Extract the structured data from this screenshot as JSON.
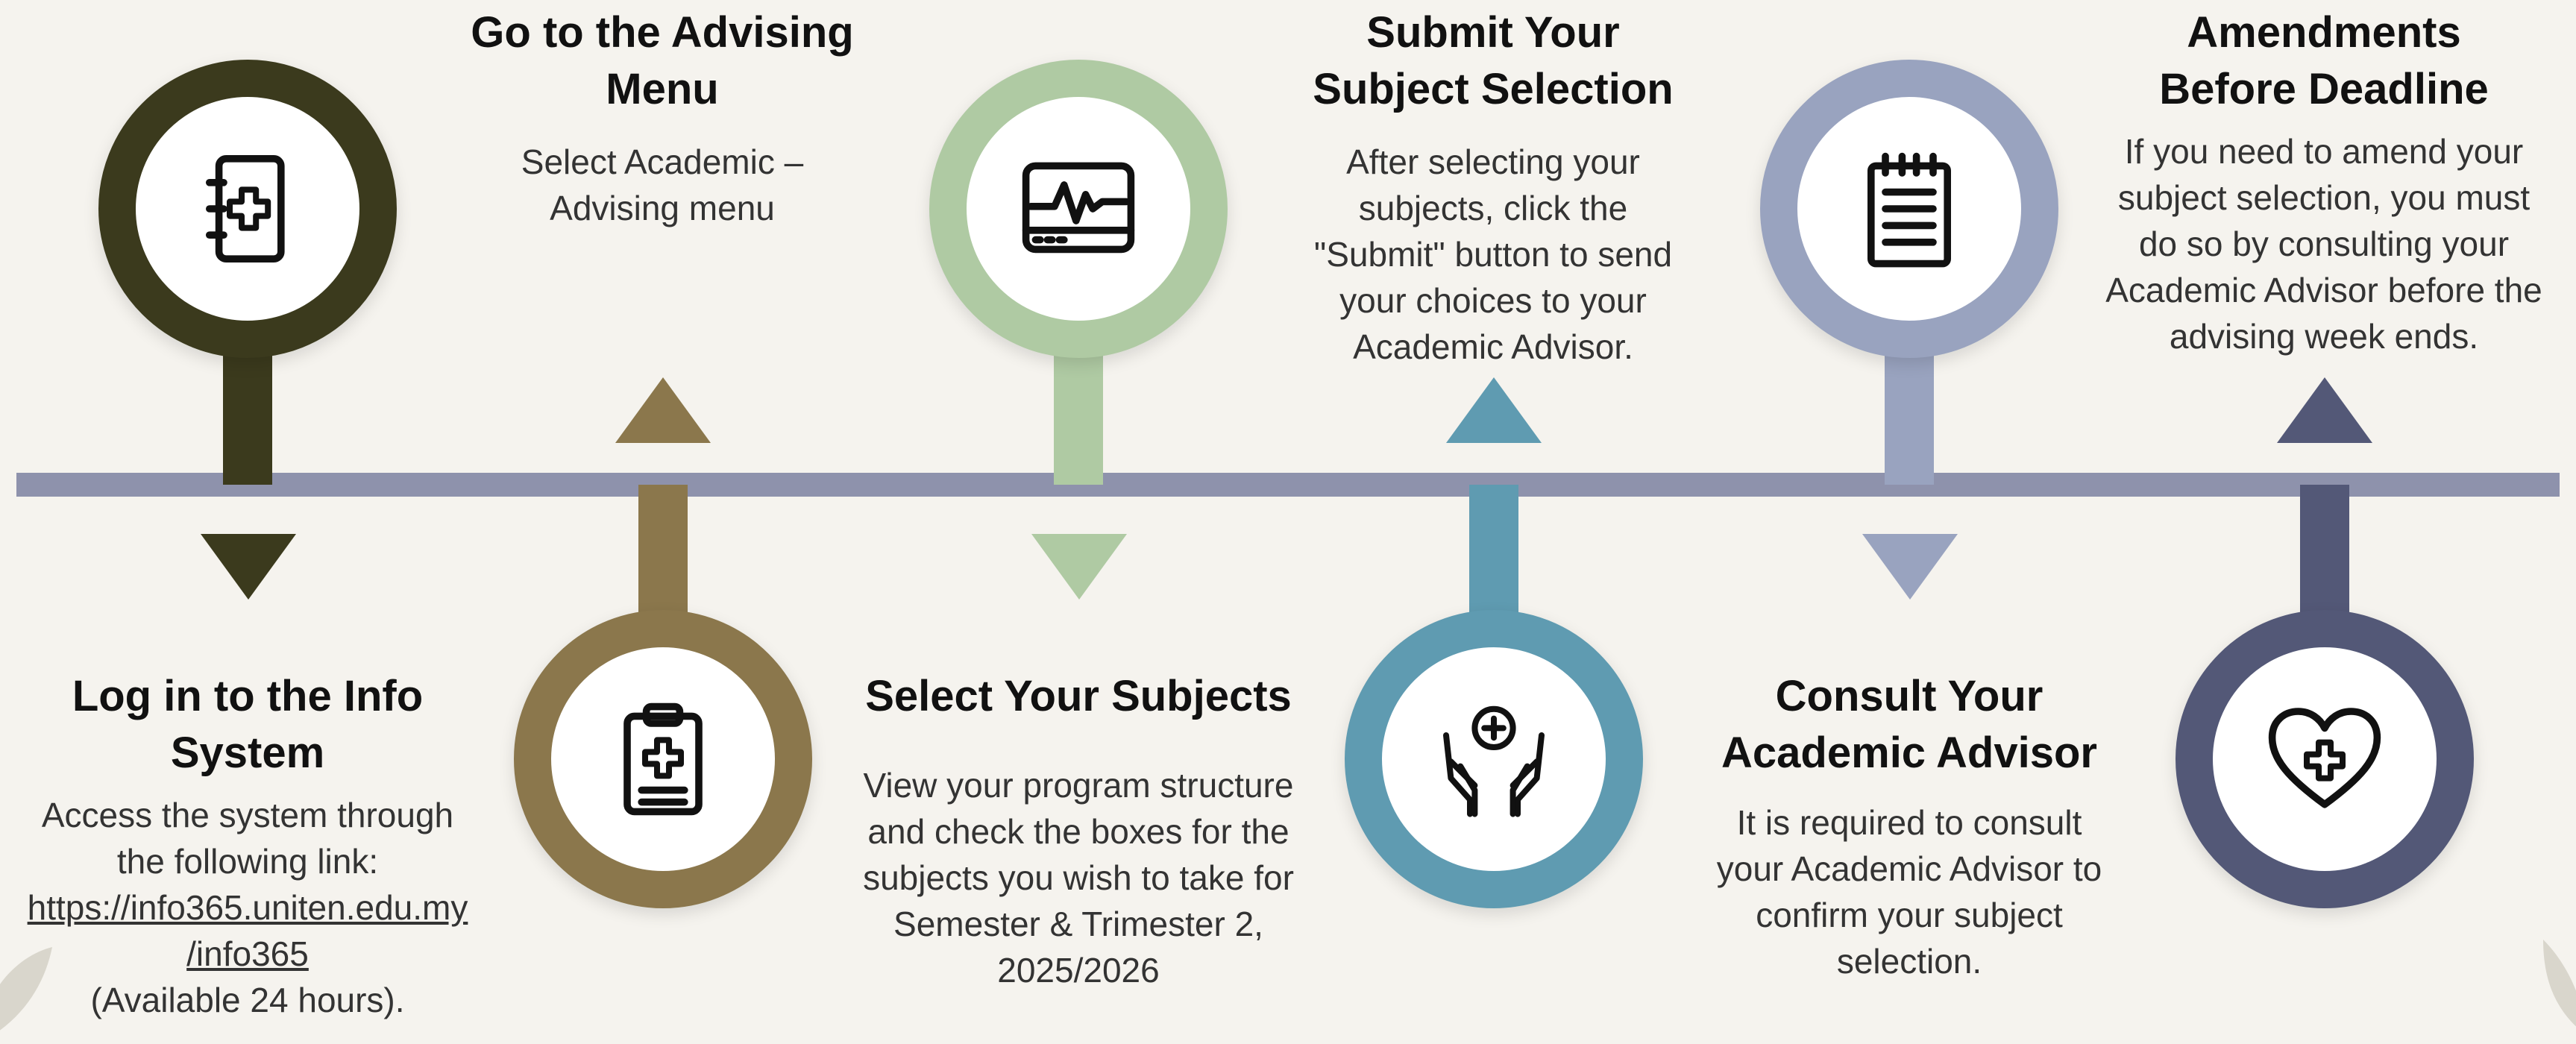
{
  "colors": {
    "background": "#f5f3ee",
    "timeline": "#8e92ac",
    "step1": "#3b3a1d",
    "step2": "#8b774c",
    "step3": "#afcaa3",
    "step4": "#5f9bb1",
    "step5": "#99a3bf",
    "step6": "#535877"
  },
  "steps": [
    {
      "icon": "medical-notebook-icon",
      "title": "Log in to the Info System",
      "desc_lines": [
        "Access the system through",
        "the following link:"
      ],
      "link_lines": [
        "https://info365.uniten.edu.my",
        "/info365"
      ],
      "note": "(Available 24 hours)."
    },
    {
      "icon": "medical-clipboard-icon",
      "title": "Go to the Advising Menu",
      "desc": "Select Academic – Advising menu"
    },
    {
      "icon": "heart-monitor-icon",
      "title": "Select Your Subjects",
      "desc": "View your program structure and check the boxes for the subjects you wish to take for Semester & Trimester 2, 2025/2026"
    },
    {
      "icon": "hands-care-icon",
      "title": "Submit Your Subject Selection",
      "desc": "After selecting your subjects, click the \"Submit\" button to send your choices to your Academic Advisor."
    },
    {
      "icon": "notepad-icon",
      "title": "Consult Your Academic Advisor",
      "desc": "It is required to consult your Academic Advisor to confirm your subject selection."
    },
    {
      "icon": "heart-plus-icon",
      "title": "Amendments Before Deadline",
      "desc": "If you need to amend your subject selection, you must do so by consulting your Academic Advisor before the advising week ends."
    }
  ]
}
